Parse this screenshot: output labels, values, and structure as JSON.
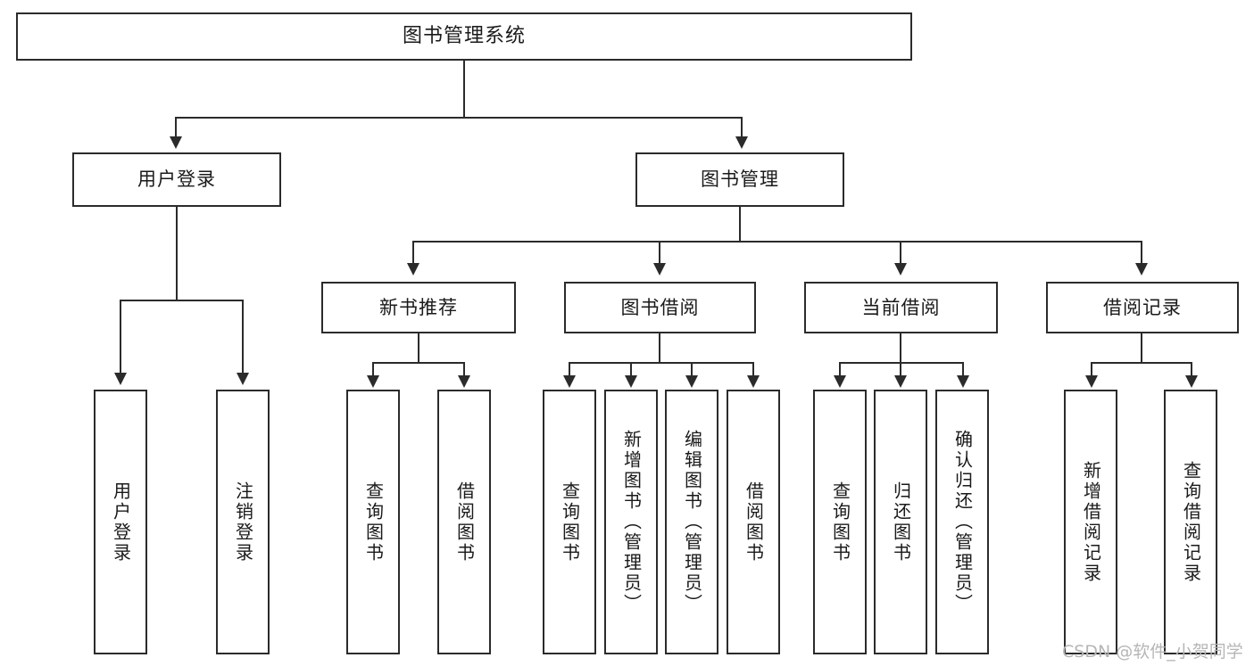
{
  "diagram": {
    "title": "图书管理系统",
    "type": "tree",
    "root": {
      "label": "图书管理系统"
    },
    "level2": [
      {
        "label": "用户登录"
      },
      {
        "label": "图书管理"
      }
    ],
    "level3": [
      {
        "label": "新书推荐"
      },
      {
        "label": "图书借阅"
      },
      {
        "label": "当前借阅"
      },
      {
        "label": "借阅记录"
      }
    ],
    "leaves": {
      "user_login": [
        {
          "label": "用户登录"
        },
        {
          "label": "注销登录"
        }
      ],
      "new_book": [
        {
          "label": "查询图书"
        },
        {
          "label": "借阅图书"
        }
      ],
      "book_borrow": [
        {
          "label": "查询图书"
        },
        {
          "label": "新增图书（管理员）"
        },
        {
          "label": "编辑图书（管理员）"
        },
        {
          "label": "借阅图书"
        }
      ],
      "current_borrow": [
        {
          "label": "查询图书"
        },
        {
          "label": "归还图书"
        },
        {
          "label": "确认归还（管理员）"
        }
      ],
      "borrow_record": [
        {
          "label": "新增借阅记录"
        },
        {
          "label": "查询借阅记录"
        }
      ]
    }
  },
  "watermark": {
    "text": "CSDN @软件_小贺同学"
  },
  "colors": {
    "stroke": "#2b2b2b",
    "fill": "#ffffff",
    "text": "#1a1a1a",
    "watermark": "#b6b6b6"
  }
}
